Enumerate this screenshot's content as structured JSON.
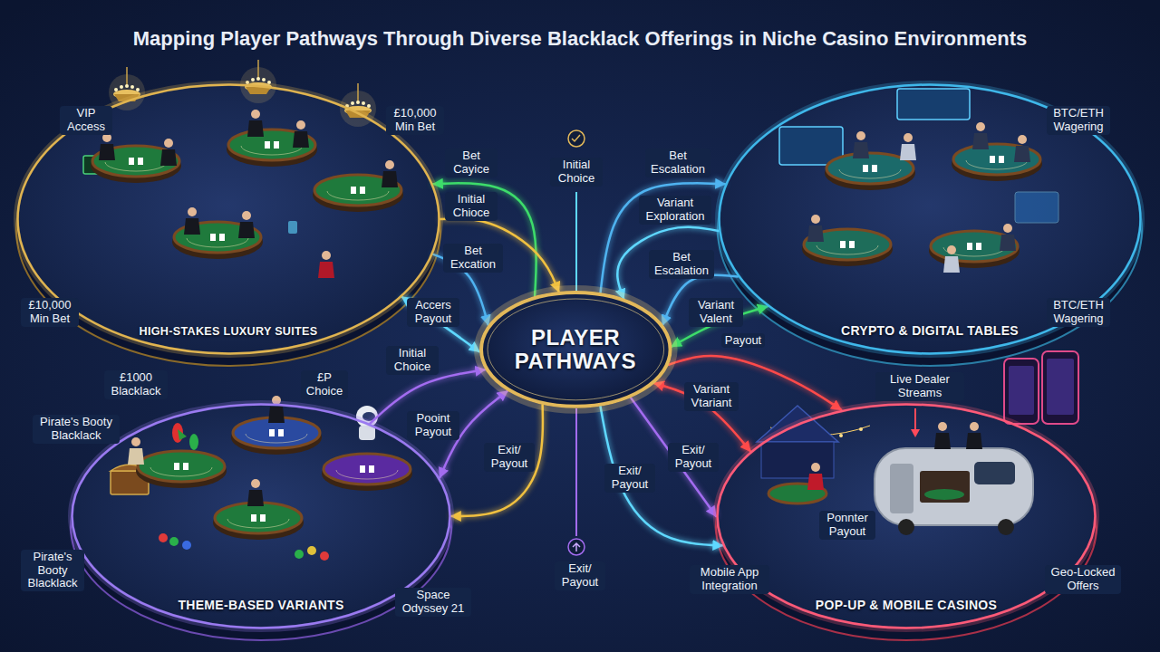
{
  "diagram": {
    "title": "Mapping Player Pathways Through Diverse Blacklack Offerings in Niche Casino Environments",
    "nodes": [
      {
        "text": [
          "HIGH-STAKES LUXURY SUITES"
        ]
      },
      {
        "text": [
          "CRYPTO & DIGITAL TABLES"
        ]
      },
      {
        "text": [
          "PLAYER PATHWAYS"
        ]
      },
      {
        "text": [
          "THEME-BASED VARIANTS"
        ]
      },
      {
        "text": [
          "POP-UP & MOBILE CASINOS"
        ]
      }
    ],
    "edges": [
      {
        "from": 2,
        "to": 0,
        "label": "Bet Cayice",
        "arrow": "to"
      },
      {
        "from": 0,
        "to": 2,
        "label": "Initial Chioce",
        "arrow": "to"
      },
      {
        "from": 0,
        "to": 2,
        "label": "Bet Excation",
        "arrow": "to"
      },
      {
        "from": 0,
        "to": 2,
        "label": "Accers Payout",
        "arrow": "both"
      },
      {
        "from": 2,
        "to": 1,
        "label": "Bet Escalation",
        "arrow": "to"
      },
      {
        "from": 1,
        "to": 2,
        "label": "Variant Exploration",
        "arrow": "to"
      },
      {
        "from": 1,
        "to": 2,
        "label": "Bet Escalation",
        "arrow": "to"
      },
      {
        "from": 1,
        "to": 2,
        "label": "Variant Valent",
        "arrow": "both"
      },
      {
        "from": 3,
        "to": 2,
        "label": "Initial Choice",
        "arrow": "to"
      },
      {
        "from": 3,
        "to": 2,
        "label": "Pooint Payout",
        "arrow": "both"
      },
      {
        "from": 2,
        "to": 3,
        "label": "Exit/ Payout",
        "arrow": "to"
      },
      {
        "from": 2,
        "to": 4,
        "label": "Payout",
        "arrow": "to"
      },
      {
        "from": 2,
        "to": 4,
        "label": "Variant Vtariant",
        "arrow": "both"
      },
      {
        "from": 2,
        "to": 4,
        "label": "Exit/ Payout",
        "arrow": "to"
      },
      {
        "from": 2,
        "to": 4,
        "label": "Exit/ Payout",
        "arrow": "to"
      }
    ],
    "labels": [
      "VIP Access",
      "£10,000 Min Bet",
      "£10,000 Min Bet",
      "BTC/ETH Wagering",
      "BTC/ETH Wagering",
      "Initial Choice",
      "£1000 Blacklack",
      "£P Choice",
      "Pirate's Booty Blacklack",
      "Pirate's Booty Blacklack",
      "Space Odyssey 21",
      "Live Dealer Streams",
      "Ponnter Payout",
      "Mobile App Integration",
      "Geo-Locked Offers",
      "Exit/ Payout"
    ]
  }
}
